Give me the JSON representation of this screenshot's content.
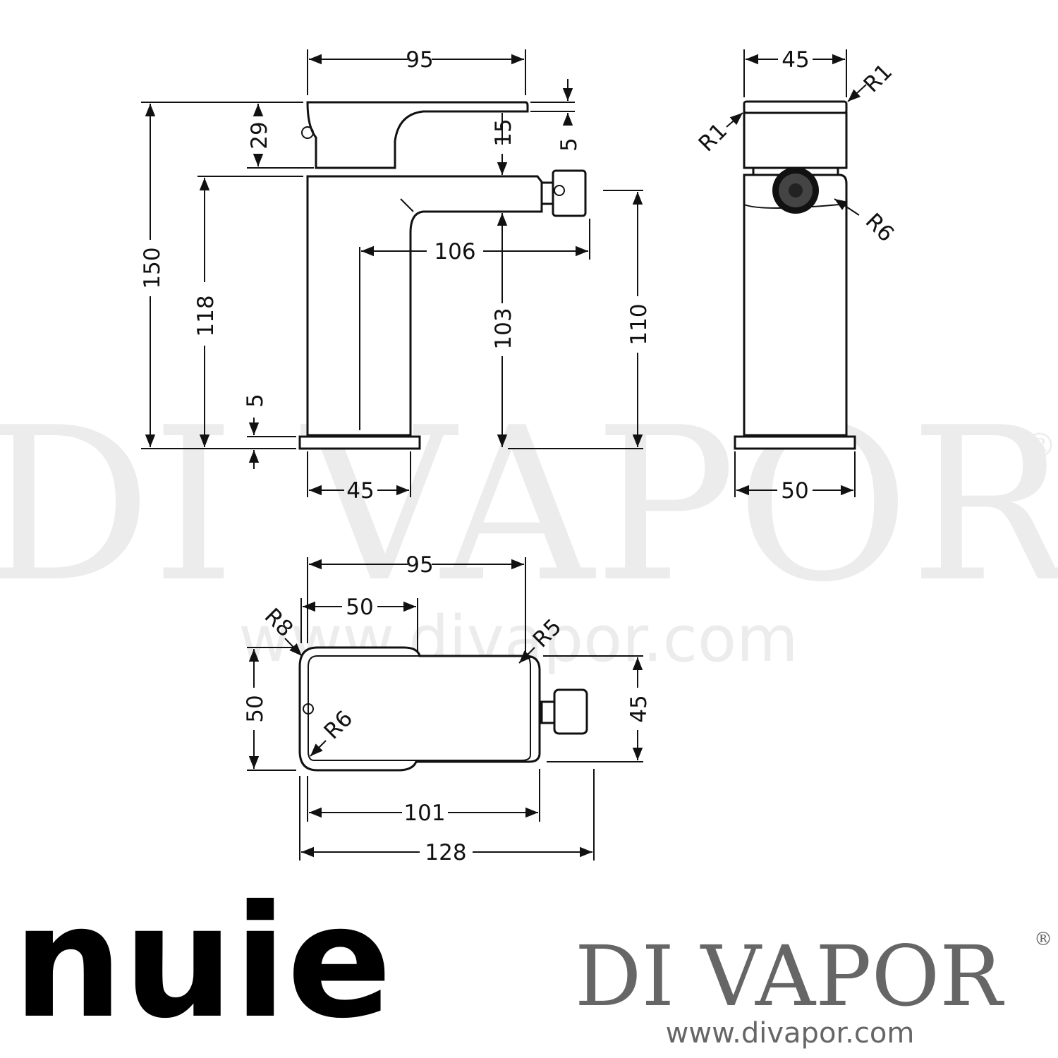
{
  "front_view": {
    "top_width": "95",
    "total_height": "150",
    "lever_height": "29",
    "lever_thickness": "15",
    "lever_offset": "5",
    "body_height": "118",
    "reach": "106",
    "spout_height": "103",
    "outlet_height": "110",
    "base_thickness": "5",
    "base_width": "45"
  },
  "side_view": {
    "top_width": "45",
    "top_radius": "R1",
    "lever_radius": "R1",
    "outlet_radius": "R6",
    "base_width": "50"
  },
  "plan_view": {
    "overall_width": "95",
    "lever_width": "50",
    "corner_radius_left": "R8",
    "corner_radius_right": "R5",
    "inner_radius": "R6",
    "depth_left": "50",
    "depth_right": "45",
    "body_length": "101",
    "total_length": "128"
  },
  "watermark": {
    "brand": "DI VAPOR",
    "registered": "®",
    "url": "www.divapor.com"
  },
  "footer": {
    "logo": "nuie",
    "brand": "DI VAPOR",
    "registered": "®",
    "url": "www.divapor.com"
  }
}
